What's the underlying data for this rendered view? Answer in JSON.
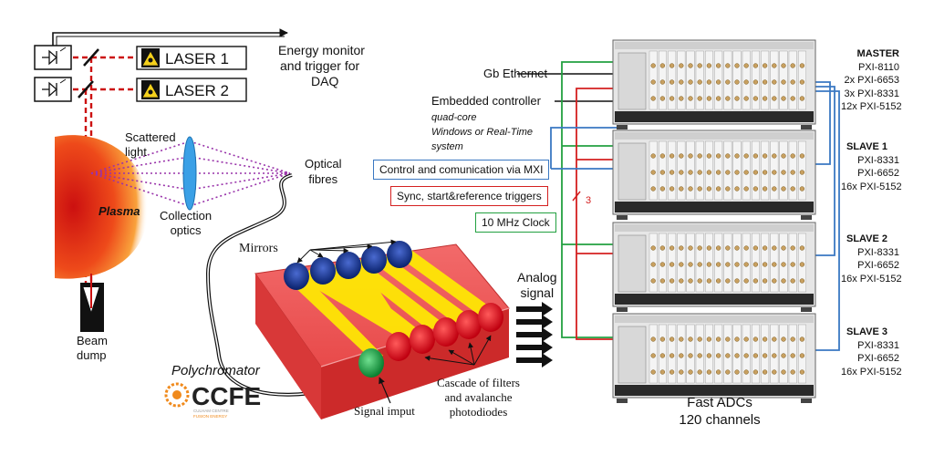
{
  "lasers": {
    "laser1": "LASER 1",
    "laser2": "LASER 2",
    "energy_monitor": [
      "Energy monitor",
      "and trigger for",
      "DAQ"
    ]
  },
  "plasma": {
    "label": "Plasma",
    "scattered": [
      "Scattered",
      "light"
    ],
    "collection": [
      "Collection",
      "optics"
    ],
    "beam_dump": [
      "Beam",
      "dump"
    ],
    "optical_fibres": [
      "Optical",
      "fibres"
    ]
  },
  "polychromator": {
    "title": "Polychromator",
    "mirrors": "Mirrors",
    "analog": [
      "Analog",
      "signal"
    ],
    "cascade": [
      "Cascade of filters",
      "and avalanche",
      "photodiodes"
    ],
    "signal_input": "Signal imput"
  },
  "logo": {
    "text": "CCFE",
    "sub1": "CULHAM CENTRE",
    "sub2": "FUSION ENERGY"
  },
  "links": {
    "gb_ethernet": "Gb Ethernet",
    "embedded": "Embedded controller",
    "embedded_detail": [
      "quad-core",
      "Windows or Real-Time",
      "system"
    ],
    "mxi": "Control and comunication via MXI",
    "sync": "Sync, start&reference  triggers",
    "clock": "10 MHz Clock",
    "bus_count": "3"
  },
  "crates": [
    {
      "name": "MASTER",
      "modules": [
        "PXI-8110",
        "2x PXI-6653",
        "3x PXI-8331",
        "12x PXI-5152"
      ]
    },
    {
      "name": "SLAVE 1",
      "modules": [
        "PXI-8331",
        "PXI-6652",
        "16x PXI-5152"
      ]
    },
    {
      "name": "SLAVE 2",
      "modules": [
        "PXI-8331",
        "PXI-6652",
        "16x PXI-5152"
      ]
    },
    {
      "name": "SLAVE 3",
      "modules": [
        "PXI-8331",
        "PXI-6652",
        "16x PXI-5152"
      ]
    }
  ],
  "fast_adcs": [
    "Fast ADCs",
    "120 channels"
  ],
  "colors": {
    "laser_beam": "#cc1111",
    "scatter": "#9933aa",
    "mxi": "#3a78c2",
    "sync": "#d42020",
    "clock": "#22a040",
    "mirror": "#0e2a7a",
    "filter": "#e00010",
    "signal_in": "#10a040",
    "ccfe_orange": "#f08a1c"
  }
}
